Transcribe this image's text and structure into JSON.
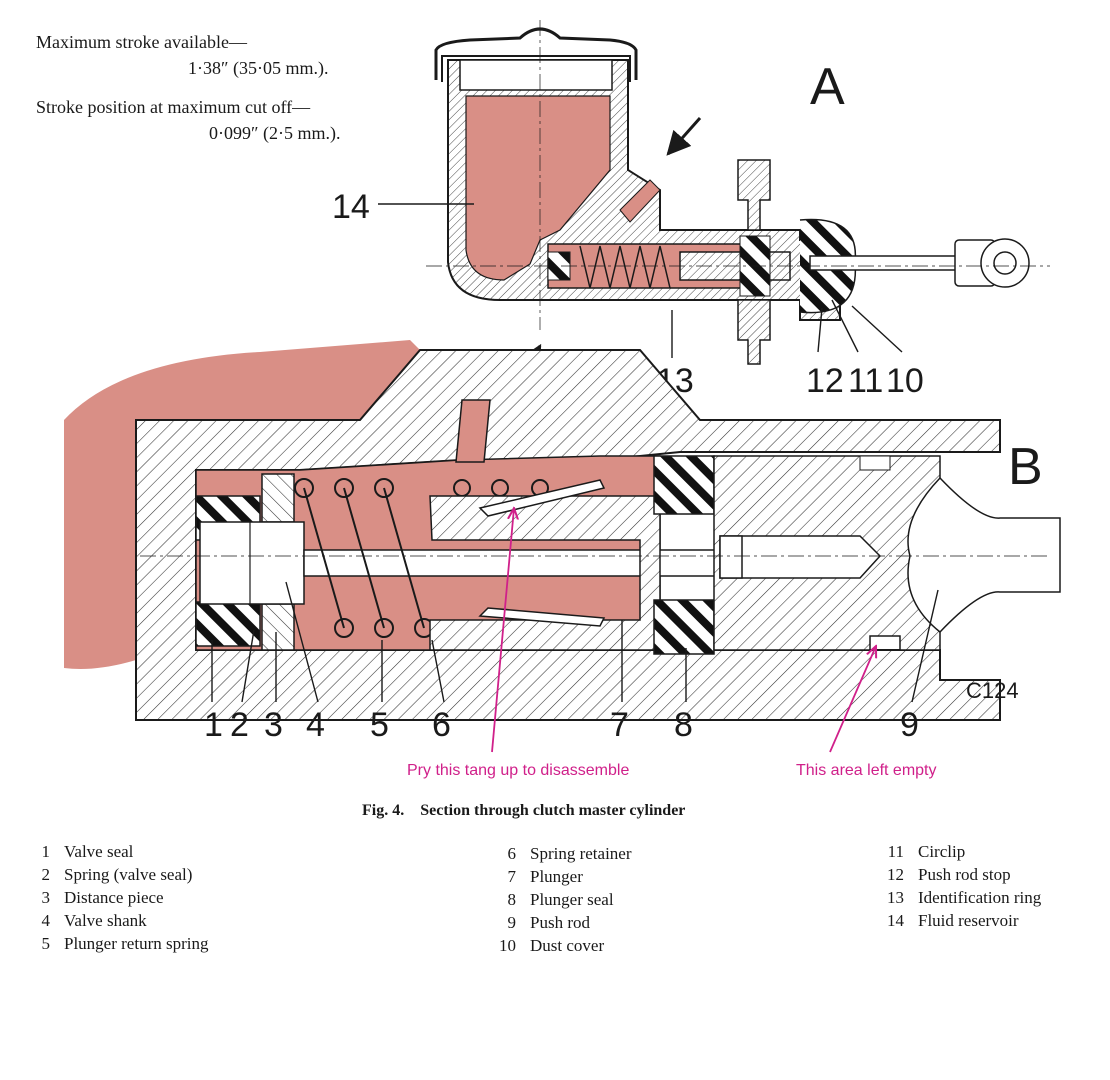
{
  "notes": {
    "stroke_title": "Maximum stroke available—",
    "stroke_value": "1·38″ (35·05 mm.).",
    "cutoff_title": "Stroke position at maximum cut off—",
    "cutoff_value": "0·099″ (2·5 mm.)."
  },
  "view_labels": {
    "a": "A",
    "b": "B"
  },
  "view_a_callouts": [
    "14",
    "13",
    "12",
    "11",
    "10"
  ],
  "view_b_callouts": [
    "1",
    "2",
    "3",
    "4",
    "5",
    "6",
    "7",
    "8",
    "9"
  ],
  "drawing_code": "C124",
  "annotations": {
    "tang": "Pry this tang up to disassemble",
    "empty": "This area left empty"
  },
  "caption": {
    "prefix": "Fig. 4.",
    "text": "Section through clutch master cylinder"
  },
  "legend": [
    {
      "num": "1",
      "label": "Valve seal"
    },
    {
      "num": "2",
      "label": "Spring (valve seal)"
    },
    {
      "num": "3",
      "label": "Distance piece"
    },
    {
      "num": "4",
      "label": "Valve shank"
    },
    {
      "num": "5",
      "label": "Plunger return spring"
    },
    {
      "num": "6",
      "label": "Spring retainer"
    },
    {
      "num": "7",
      "label": "Plunger"
    },
    {
      "num": "8",
      "label": "Plunger seal"
    },
    {
      "num": "9",
      "label": "Push rod"
    },
    {
      "num": "10",
      "label": "Dust cover"
    },
    {
      "num": "11",
      "label": "Circlip"
    },
    {
      "num": "12",
      "label": "Push rod stop"
    },
    {
      "num": "13",
      "label": "Identification ring"
    },
    {
      "num": "14",
      "label": "Fluid reservoir"
    }
  ],
  "colors": {
    "fluid": "#d98f86",
    "fluid_dark": "#c9726a",
    "ink": "#1a1a1a",
    "annotation": "#d0208a"
  }
}
